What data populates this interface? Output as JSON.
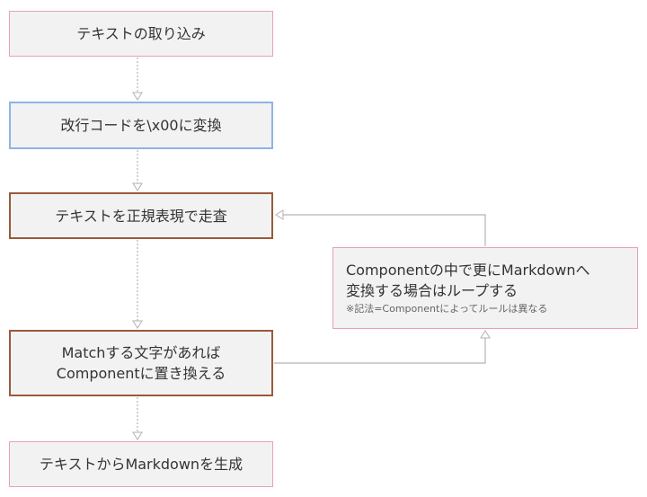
{
  "nodes": {
    "import_text": "テキストの取り込み",
    "replace_newline": "改行コードを\\x00に変換",
    "scan_regex": "テキストを正規表現で走査",
    "replace_match_line1": "Matchする文字があれば",
    "replace_match_line2": "Componentに置き換える",
    "generate_markdown": "テキストからMarkdownを生成",
    "loop_line1": "Componentの中で更にMarkdownへ",
    "loop_line2": "変換する場合はループする",
    "loop_note": "※記法=Componentによってルールは異なる"
  },
  "colors": {
    "box_fill": "#f2f2f2",
    "pink_border": "#e6a3b3",
    "blue_border": "#8fb3e6",
    "brown_border": "#9a5a3a",
    "edge": "#b3b3b3"
  }
}
